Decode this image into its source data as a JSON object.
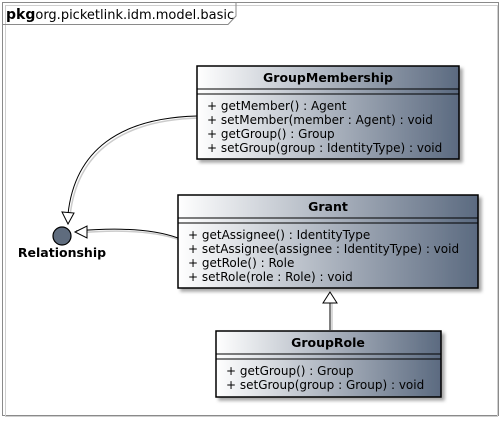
{
  "package": {
    "keyword": "pkg",
    "name": "org.picketlink.idm.model.basic"
  },
  "interface": {
    "name": "Relationship"
  },
  "classes": {
    "group_membership": {
      "name": "GroupMembership",
      "members": [
        "+ getMember() : Agent",
        "+ setMember(member : Agent) : void",
        "+ getGroup() : Group",
        "+ setGroup(group : IdentityType) : void"
      ]
    },
    "grant": {
      "name": "Grant",
      "members": [
        "+ getAssignee() : IdentityType",
        "+ setAssignee(assignee : IdentityType) : void",
        "+ getRole() : Role",
        "+ setRole(role : Role) : void"
      ]
    },
    "group_role": {
      "name": "GroupRole",
      "members": [
        "+ getGroup() : Group",
        "+ setGroup(group : Group) : void"
      ]
    }
  },
  "colors": {
    "class_gradient_start": "#ffffff",
    "class_gradient_end": "#5b6a80",
    "interface_fill": "#5f6c7e",
    "frame": "#8a8a8a"
  }
}
